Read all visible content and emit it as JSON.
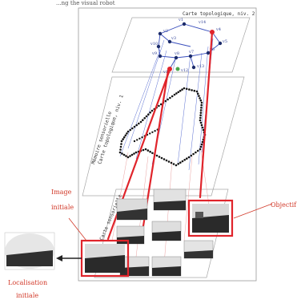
{
  "caption_top": "...ng the visual robot",
  "panels": {
    "top_label": "Carte topologique, niv. 2",
    "middle_label_a": "Mémoire sensorielle",
    "middle_label_b": "Carte topologique, niv. 1",
    "bottom_label": "Carte sensorielle"
  },
  "labels": {
    "initial_image_line1": "Image",
    "initial_image_line2": "initiale",
    "goal": "Objectif",
    "initial_localization_line1": "Localisation",
    "initial_localization_line2": "initiale"
  },
  "nodes": [
    "v1",
    "v2",
    "v3",
    "v4",
    "v5",
    "v6",
    "v7",
    "v8",
    "v9",
    "v10",
    "v11",
    "v12",
    "v13",
    "v14"
  ],
  "colors": {
    "accent_red": "#e0242b",
    "graph_blue": "#3a4fbd",
    "node_dark": "#1b2b6a",
    "node_red": "#e0242b",
    "node_green": "#4aa54a"
  }
}
